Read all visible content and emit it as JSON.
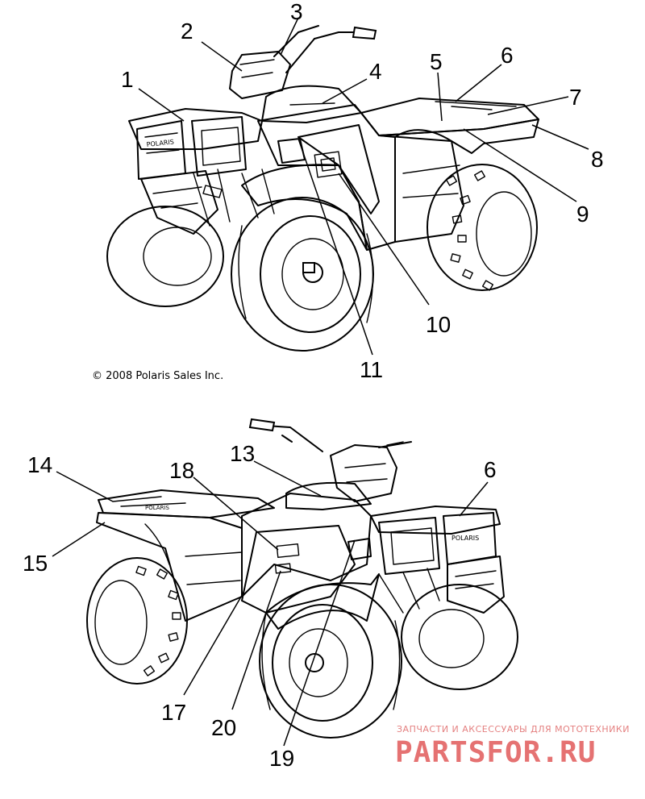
{
  "figure_top": {
    "callouts": [
      "1",
      "2",
      "3",
      "4",
      "5",
      "6",
      "7",
      "8",
      "9",
      "10",
      "11"
    ],
    "copyright": "© 2008 Polaris Sales Inc."
  },
  "figure_bottom": {
    "callouts": [
      "14",
      "18",
      "13",
      "6",
      "15",
      "17",
      "20",
      "19"
    ]
  },
  "watermark": {
    "tagline": "ЗАПЧАСТИ И АКСЕССУАРЫ ДЛЯ МОТОТЕХНИКИ",
    "brand": "PARTSFOR.RU"
  },
  "colors": {
    "line": "#000000",
    "background": "#ffffff",
    "watermark": "#e15a5a"
  }
}
